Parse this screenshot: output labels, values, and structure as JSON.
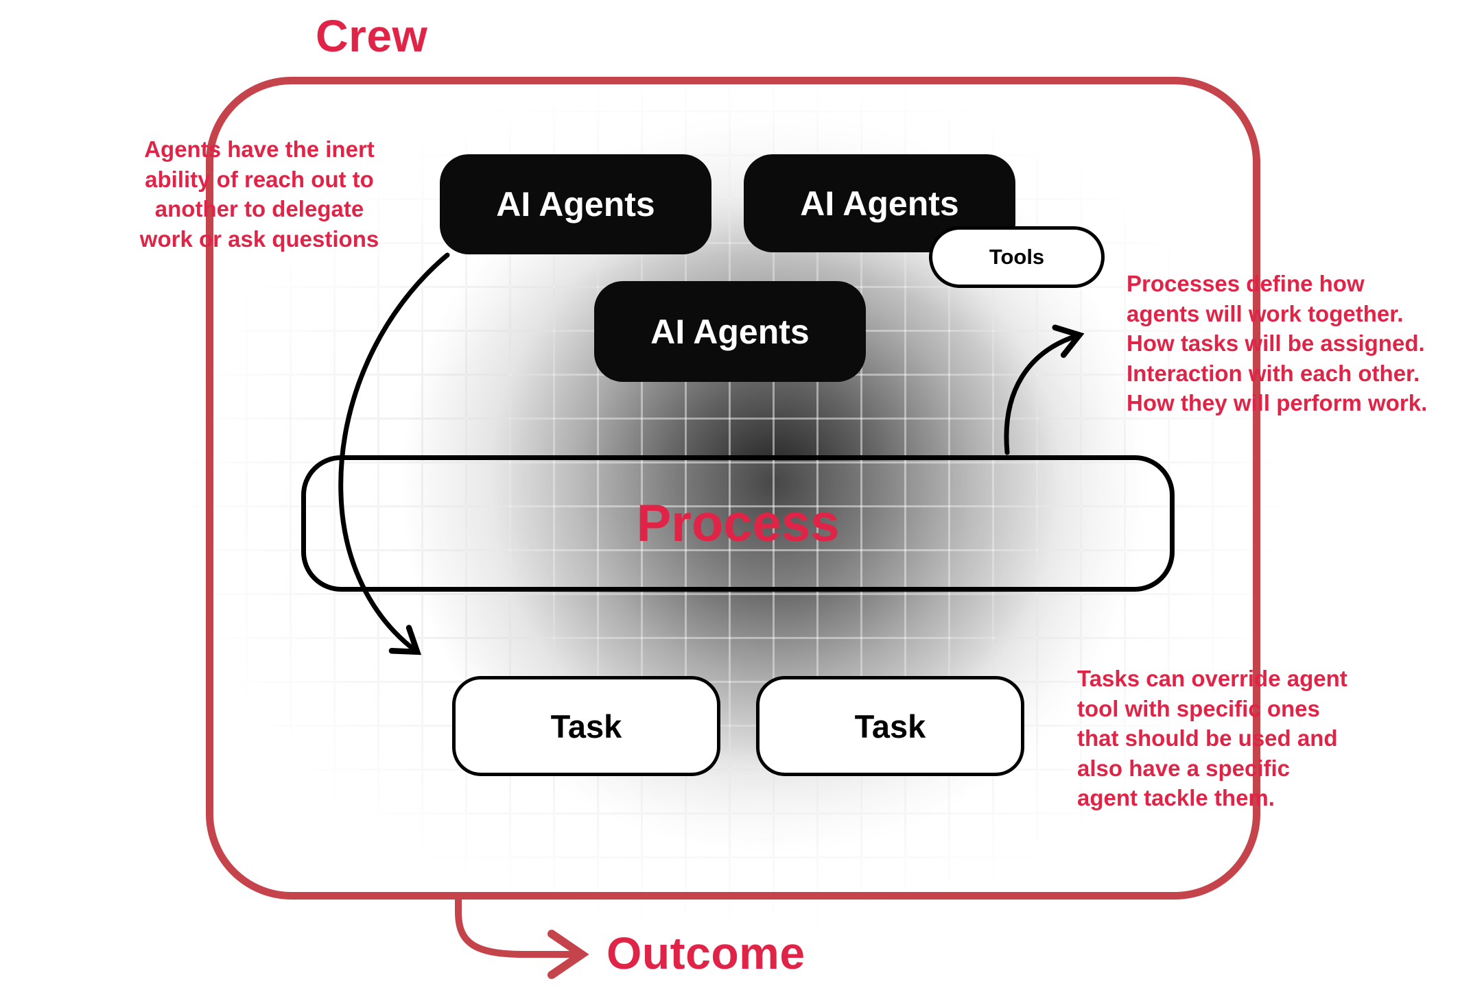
{
  "colors": {
    "accent_red": "#e02447",
    "border_red": "#c5444c",
    "box_black": "#0b0b0b"
  },
  "diagram": {
    "crew_label": "Crew",
    "outcome_label": "Outcome",
    "process_label": "Process",
    "tools_label": "Tools",
    "agents": [
      "AI Agents",
      "AI Agents",
      "AI Agents"
    ],
    "tasks": [
      "Task",
      "Task"
    ],
    "annotations": {
      "left": "Agents have the inert\nability of reach out to\nanother to delegate\nwork or ask questions",
      "right_top": "Processes define how\nagents will work together.\nHow tasks will be assigned.\nInteraction with each other.\nHow they will perform work.",
      "right_bottom": "Tasks can override agent\ntool with specific ones\nthat should be used and\nalso have a specific\nagent tackle them."
    }
  }
}
